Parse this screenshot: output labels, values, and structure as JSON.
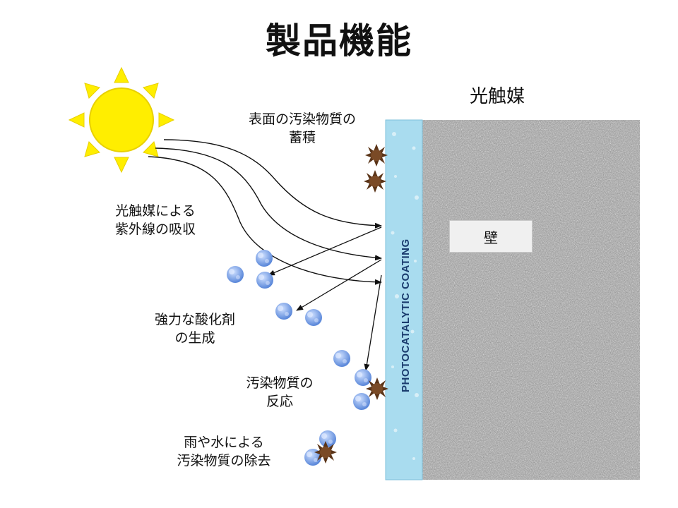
{
  "title": "製品機能",
  "heading_right": "光触媒",
  "coating_label": "PHOTOCATALYTIC COATING",
  "wall_label": "壁",
  "labels": {
    "accumulation": [
      "表面の汚染物質の",
      "蓄積"
    ],
    "absorption": [
      "光触媒による",
      "紫外線の吸収"
    ],
    "oxidizer": [
      "強力な酸化剤",
      "の生成"
    ],
    "reaction": [
      "汚染物質の",
      "反応"
    ],
    "removal": [
      "雨や水による",
      "汚染物質の除去"
    ]
  },
  "colors": {
    "sun": "#ffee00",
    "sun_outline": "#e8d000",
    "coating": "#a9dcef",
    "wall": "#9a9a9a",
    "molecule": "#6f99e0",
    "pollutant": "#5a3418"
  },
  "icons": [
    "sun-icon",
    "oxidizer-molecule-icon",
    "pollutant-particle-icon"
  ]
}
